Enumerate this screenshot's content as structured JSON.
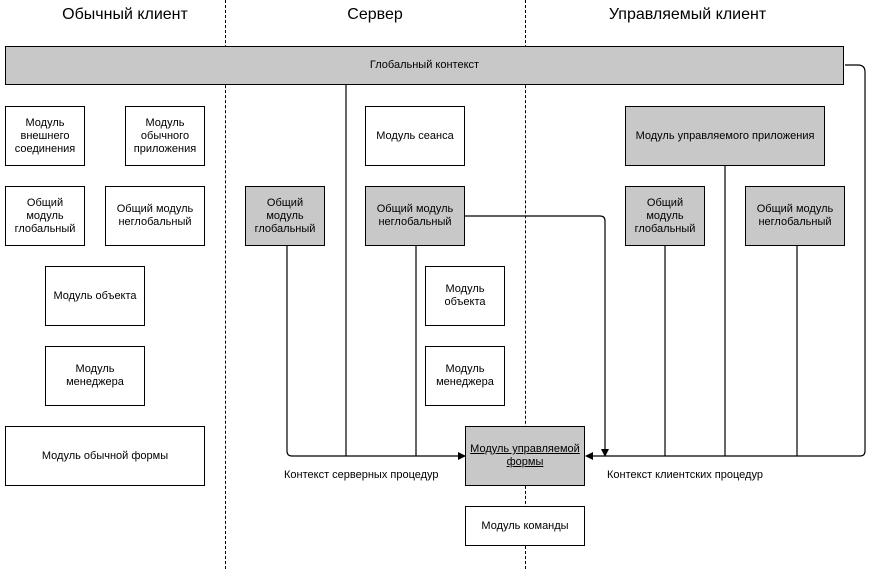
{
  "columns": {
    "client": "Обычный клиент",
    "server": "Сервер",
    "managed": "Управляемый клиент"
  },
  "global_context": "Глобальный контекст",
  "client_modules": {
    "external": "Модуль внешнего соединения",
    "ordinary_app": "Модуль обычного приложения",
    "common_global": "Общий модуль глобальный",
    "common_nonglobal": "Общий модуль неглобальный",
    "object": "Модуль объекта",
    "manager": "Модуль менеджера",
    "ordinary_form": "Модуль обычной формы"
  },
  "server_modules": {
    "common_global": "Общий модуль глобальный",
    "session": "Модуль сеанса",
    "common_nonglobal": "Общий модуль неглобальный",
    "object": "Модуль объекта",
    "manager": "Модуль менеджера",
    "managed_form": "Модуль управляемой формы",
    "command": "Модуль команды"
  },
  "managed_modules": {
    "managed_app": "Модуль управляемого приложения",
    "common_global": "Общий модуль глобальный",
    "common_nonglobal": "Общий модуль неглобальный"
  },
  "labels": {
    "server_context": "Контекст серверных процедур",
    "client_context": "Контекст клиентских процедур"
  }
}
